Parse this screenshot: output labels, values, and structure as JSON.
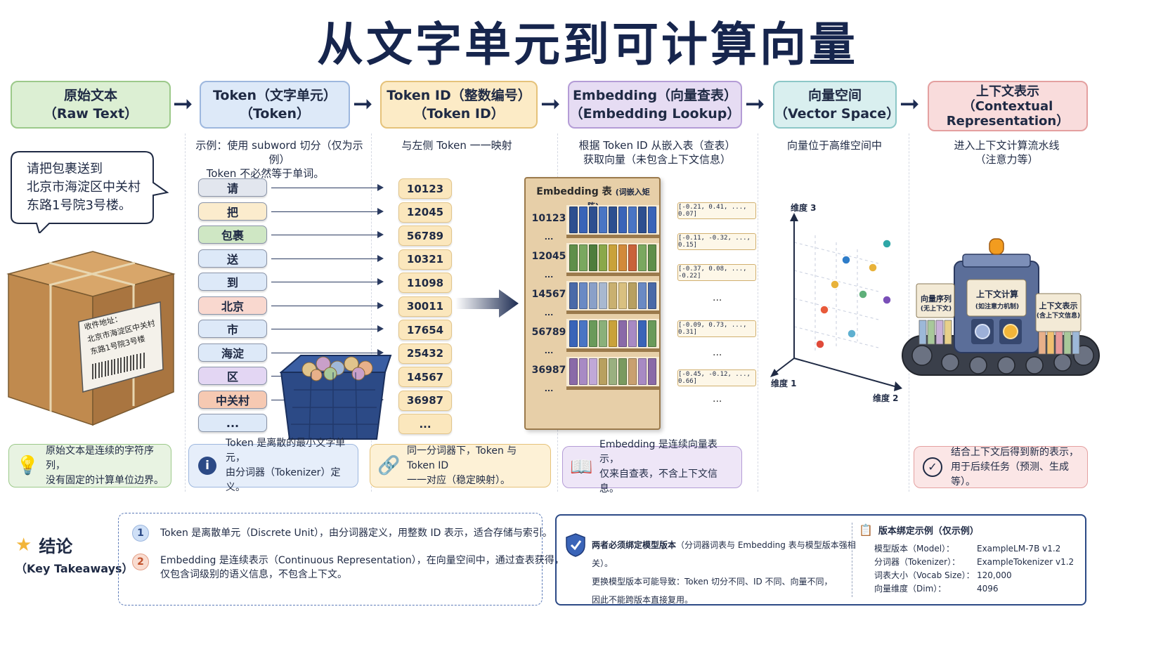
{
  "title": "从文字单元到可计算向量",
  "headers": [
    {
      "line1": "原始文本",
      "line2": "（Raw Text）"
    },
    {
      "line1": "Token（文字单元）",
      "line2": "（Token）"
    },
    {
      "line1": "Token ID（整数编号）",
      "line2": "（Token ID）"
    },
    {
      "line1": "Embedding（向量查表）",
      "line2": "（Embedding Lookup）"
    },
    {
      "line1": "向量空间",
      "line2": "（Vector Space）"
    },
    {
      "line1": "上下文表示",
      "line2": "（Contextual",
      "line3": "Representation）"
    }
  ],
  "subtitles": {
    "token_1": "示例：使用 subword 切分（仅为示例）",
    "token_2": "Token 不必然等于单词。",
    "id": "与左侧 Token 一一映射",
    "emb_1": "根据 Token ID 从嵌入表（查表）",
    "emb_2": "获取向量（未包含上下文信息）",
    "space": "向量位于高维空间中",
    "ctx_1": "进入上下文计算流水线",
    "ctx_2": "（注意力等）"
  },
  "speech": {
    "line1": "请把包裹送到",
    "line2": "北京市海淀区中关村",
    "line3": "东路1号院3号楼。"
  },
  "package_label": {
    "line1": "收件地址：",
    "line2": "北京市海淀区中关村",
    "line3": "东路1号院3号楼"
  },
  "tokens": [
    "请",
    "把",
    "包裹",
    "送",
    "到",
    "北京",
    "市",
    "海淀",
    "区",
    "中关村",
    "..."
  ],
  "token_ids": [
    "10123",
    "12045",
    "56789",
    "10321",
    "11098",
    "30011",
    "17654",
    "25432",
    "14567",
    "36987",
    "..."
  ],
  "embedding": {
    "table_title": "Embedding 表",
    "table_sub": "(词嵌入矩阵)",
    "ids": [
      "10123",
      "...",
      "12045",
      "...",
      "14567",
      "...",
      "56789",
      "...",
      "36987",
      "..."
    ],
    "vectors": [
      "[-0.21, 0.41, ..., 0.07]",
      "[-0.11, -0.32, ..., 0.15]",
      "[-0.37, 0.08, ..., -0.22]",
      "...",
      "[-0.09, 0.73, ..., 0.31]",
      "...",
      "[-0.45, -0.12, ..., 0.66]",
      "..."
    ]
  },
  "space_axes": {
    "z": "维度 3",
    "x": "维度 1",
    "y": "维度 2"
  },
  "machine": {
    "left_1": "向量序列",
    "left_2": "(无上下文)",
    "center_1": "上下文计算",
    "center_2": "(如注意力机制)",
    "right_1": "上下文表示",
    "right_2": "(含上下文信息)"
  },
  "notes": {
    "raw_1": "原始文本是连续的字符序列，",
    "raw_2": "没有固定的计算单位边界。",
    "token_1": "Token 是离散的最小文字单元，",
    "token_2": "由分词器（Tokenizer）定义。",
    "id_1": "同一分词器下，Token 与 Token ID",
    "id_2": "一一对应（稳定映射）。",
    "emb_1": "Embedding 是连续向量表示，",
    "emb_2": "仅来自查表，不含上下文信息。",
    "ctx_1": "结合上下文后得到新的表示，",
    "ctx_2": "用于后续任务（预测、生成等）。"
  },
  "takeaways": {
    "label_1": "结论",
    "label_2": "（Key Takeaways）",
    "item1_num": "1",
    "item1": "Token 是离散单元（Discrete Unit），由分词器定义，用整数 ID 表示，适合存储与索引。",
    "item2_num": "2",
    "item2_1": "Embedding 是连续表示（Continuous Representation），在向量空间中，通过查表获得，",
    "item2_2": "仅包含词级别的语义信息，不包含上下文。"
  },
  "binding": {
    "title": "两者必须绑定模型版本",
    "title_rest": "（分词器词表与 Embedding 表与模型版本强相关）。",
    "line2": "更换模型版本可能导致：Token 切分不同、ID 不同、向量不同，",
    "line3": "因此不能跨版本直接复用。",
    "example_title": "版本绑定示例（仅示例）",
    "rows": [
      {
        "k": "模型版本（Model）：",
        "v": "ExampleLM-7B v1.2"
      },
      {
        "k": "分词器（Tokenizer）：",
        "v": "ExampleTokenizer v1.2"
      },
      {
        "k": "词表大小（Vocab Size）：",
        "v": "120,000"
      },
      {
        "k": "向量维度（Dim）：",
        "v": "4096"
      }
    ]
  },
  "colors": {
    "raw": "#dcefd3",
    "raw_border": "#9cc98a",
    "token": "#dde9f8",
    "token_border": "#9db7de",
    "id": "#fcebc6",
    "id_border": "#e5c27a",
    "emb": "#e6dcf3",
    "emb_border": "#b49cd6",
    "space": "#d9efef",
    "space_border": "#8cc7c7",
    "ctx": "#f9dcdc",
    "ctx_border": "#e4a0a0"
  }
}
